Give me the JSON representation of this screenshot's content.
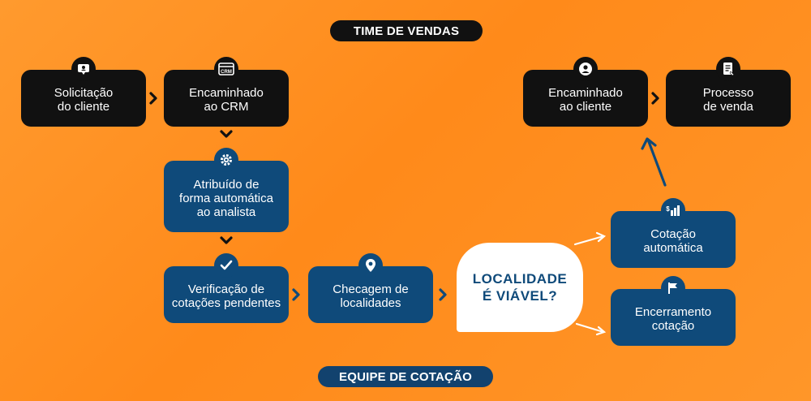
{
  "headers": {
    "sales_team": "TIME DE VENDAS",
    "quote_team": "EQUIPE DE COTAÇÃO"
  },
  "steps": {
    "client_request": "Solicitação\ndo cliente",
    "forwarded_crm": "Encaminhado\nao CRM",
    "auto_assigned": "Atribuído de\nforma automática\nao analista",
    "pending_check": "Verificação de\ncotações pendentes",
    "location_check": "Checagem de\nlocalidades",
    "decision": "LOCALIDADE\nÉ VIÁVEL?",
    "auto_quote": "Cotação\nautomática",
    "close_quote": "Encerramento\ncotação",
    "forwarded_client": "Encaminhado\nao cliente",
    "sales_process": "Processo\nde venda"
  },
  "icon_labels": {
    "crm": "CRM"
  },
  "colors": {
    "background": "#ff8a1a",
    "dark_box": "#111111",
    "blue_box": "#0f4a7a",
    "arrow_blue": "#0f4a7a"
  },
  "icons": [
    "contact-card-icon",
    "crm-browser-icon",
    "gear-icon",
    "checkmark-icon",
    "location-pin-icon",
    "bar-chart-icon",
    "flag-icon",
    "user-icon",
    "document-icon"
  ]
}
